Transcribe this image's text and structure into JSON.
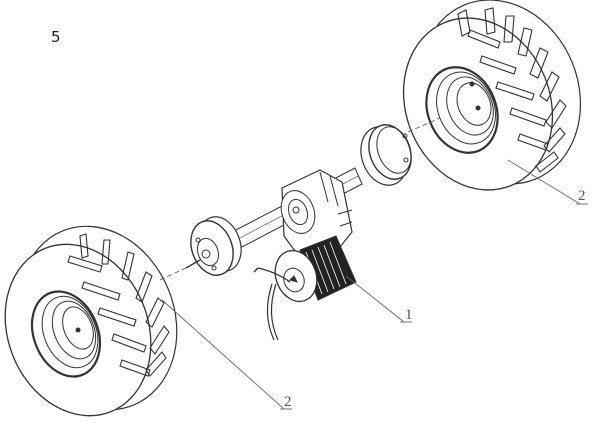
{
  "figure": {
    "number": "5"
  },
  "diagram": {
    "type": "exploded-parts-drawing",
    "subject": "rear drive axle assembly",
    "callouts": [
      {
        "id": "callout-1",
        "label": "1",
        "part": "motor"
      },
      {
        "id": "callout-2-right",
        "label": "2",
        "part": "wheel"
      },
      {
        "id": "callout-2-left",
        "label": "2",
        "part": "wheel"
      }
    ]
  },
  "colors": {
    "line": "#333333",
    "leader": "#666666",
    "background": "#ffffff"
  }
}
